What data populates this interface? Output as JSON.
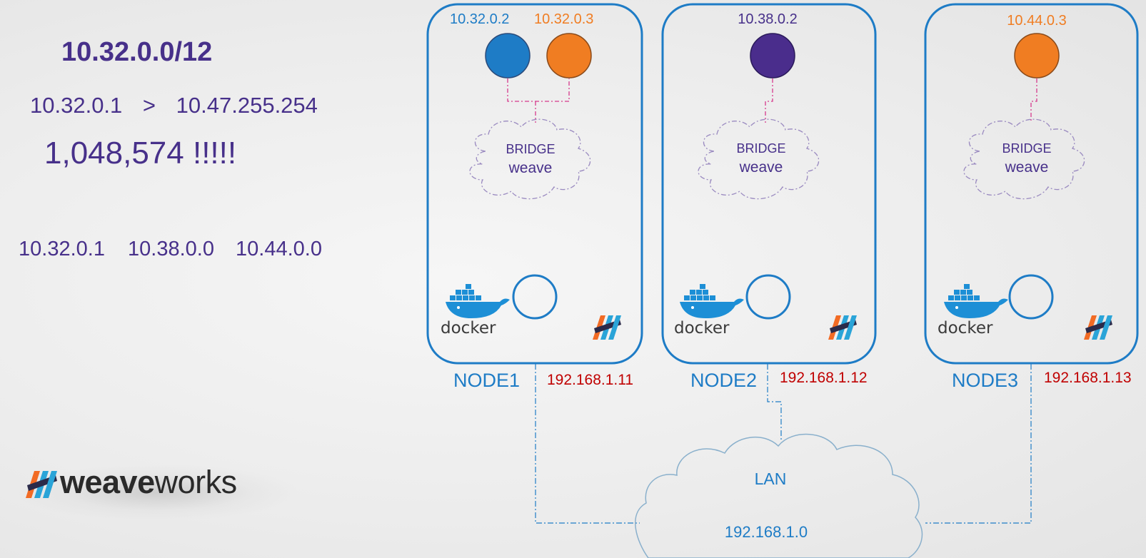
{
  "left_panel": {
    "subnet": "10.32.0.0/12",
    "range_start": "10.32.0.1",
    "range_sep": ">",
    "range_end": "10.47.255.254",
    "address_count": "1,048,574 !!!!!",
    "allocations": [
      "10.32.0.1",
      "10.38.0.0",
      "10.44.0.0"
    ]
  },
  "brand": {
    "logo_bold": "weave",
    "logo_light": "works"
  },
  "nodes": [
    {
      "name": "NODE1",
      "ip": "192.168.1.11",
      "bridge_label": "BRIDGE",
      "bridge_name": "weave",
      "docker_label": "docker",
      "pods": [
        {
          "ip": "10.32.0.2",
          "color": "#1e7cc6"
        },
        {
          "ip": "10.32.0.3",
          "color": "#f07d22"
        }
      ]
    },
    {
      "name": "NODE2",
      "ip": "192.168.1.12",
      "bridge_label": "BRIDGE",
      "bridge_name": "weave",
      "docker_label": "docker",
      "pods": [
        {
          "ip": "10.38.0.2",
          "color": "#4a2d8c"
        }
      ]
    },
    {
      "name": "NODE3",
      "ip": "192.168.1.13",
      "bridge_label": "BRIDGE",
      "bridge_name": "weave",
      "docker_label": "docker",
      "pods": [
        {
          "ip": "10.44.0.3",
          "color": "#f07d22"
        }
      ]
    }
  ],
  "lan": {
    "label": "LAN",
    "network": "192.168.1.0"
  },
  "colors": {
    "node_border": "#1e7cc6",
    "node_label": "#1e7cc6",
    "node_ip": "#c00000",
    "pod_link": "#d63a8c",
    "bridge_text": "#47308a",
    "bridge_outline": "#9a8ac0",
    "lan_outline": "#8ab0cc",
    "network_link": "#1e7cc6",
    "pod_ip_default": "#1e7cc6",
    "pod_ip_orange": "#f07d22",
    "pod_ip_purple": "#47308a"
  }
}
